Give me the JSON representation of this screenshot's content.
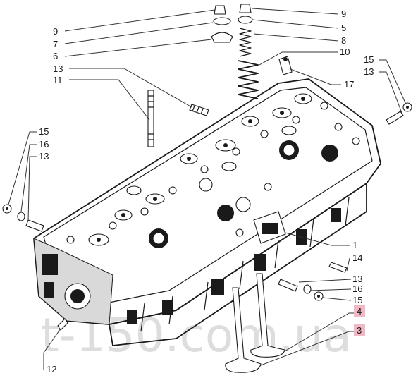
{
  "watermark": "t-150.com.ua",
  "callouts": [
    {
      "id": "c9a",
      "text": "9",
      "highlight": false
    },
    {
      "id": "c7",
      "text": "7",
      "highlight": false
    },
    {
      "id": "c6",
      "text": "6",
      "highlight": false
    },
    {
      "id": "c13a",
      "text": "13",
      "highlight": false
    },
    {
      "id": "c11",
      "text": "11",
      "highlight": false
    },
    {
      "id": "c9b",
      "text": "9",
      "highlight": false
    },
    {
      "id": "c5",
      "text": "5",
      "highlight": false
    },
    {
      "id": "c8",
      "text": "8",
      "highlight": false
    },
    {
      "id": "c10",
      "text": "10",
      "highlight": false
    },
    {
      "id": "c17",
      "text": "17",
      "highlight": false
    },
    {
      "id": "c15a",
      "text": "15",
      "highlight": false
    },
    {
      "id": "c13b",
      "text": "13",
      "highlight": false
    },
    {
      "id": "c15b",
      "text": "15",
      "highlight": false
    },
    {
      "id": "c16a",
      "text": "16",
      "highlight": false
    },
    {
      "id": "c13c",
      "text": "13",
      "highlight": false
    },
    {
      "id": "c1",
      "text": "1",
      "highlight": false
    },
    {
      "id": "c14",
      "text": "14",
      "highlight": false
    },
    {
      "id": "c13d",
      "text": "13",
      "highlight": false
    },
    {
      "id": "c16b",
      "text": "16",
      "highlight": false
    },
    {
      "id": "c15c",
      "text": "15",
      "highlight": false
    },
    {
      "id": "c4",
      "text": "4",
      "highlight": true
    },
    {
      "id": "c3",
      "text": "3",
      "highlight": true
    },
    {
      "id": "c12",
      "text": "12",
      "highlight": false
    }
  ]
}
